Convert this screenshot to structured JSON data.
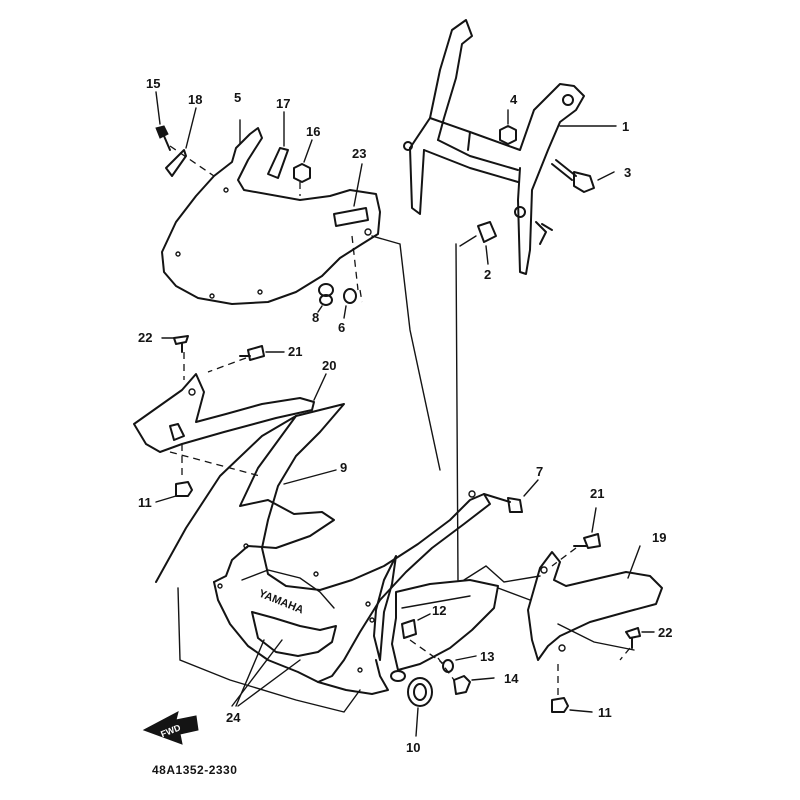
{
  "callouts": {
    "c1": "1",
    "c2": "2",
    "c3": "3",
    "c4": "4",
    "c5": "5",
    "c6": "6",
    "c7": "7",
    "c8": "8",
    "c9": "9",
    "c10": "10",
    "c11a": "11",
    "c11b": "11",
    "c12": "12",
    "c13": "13",
    "c14": "14",
    "c15": "15",
    "c16": "16",
    "c17": "17",
    "c18": "18",
    "c19": "19",
    "c20": "20",
    "c21a": "21",
    "c21b": "21",
    "c22a": "22",
    "c22b": "22",
    "c23": "23",
    "c24": "24"
  },
  "brand_text": "YAMAHA",
  "direction_arrow_text": "FWD",
  "diagram_code": "48A1352-2330"
}
